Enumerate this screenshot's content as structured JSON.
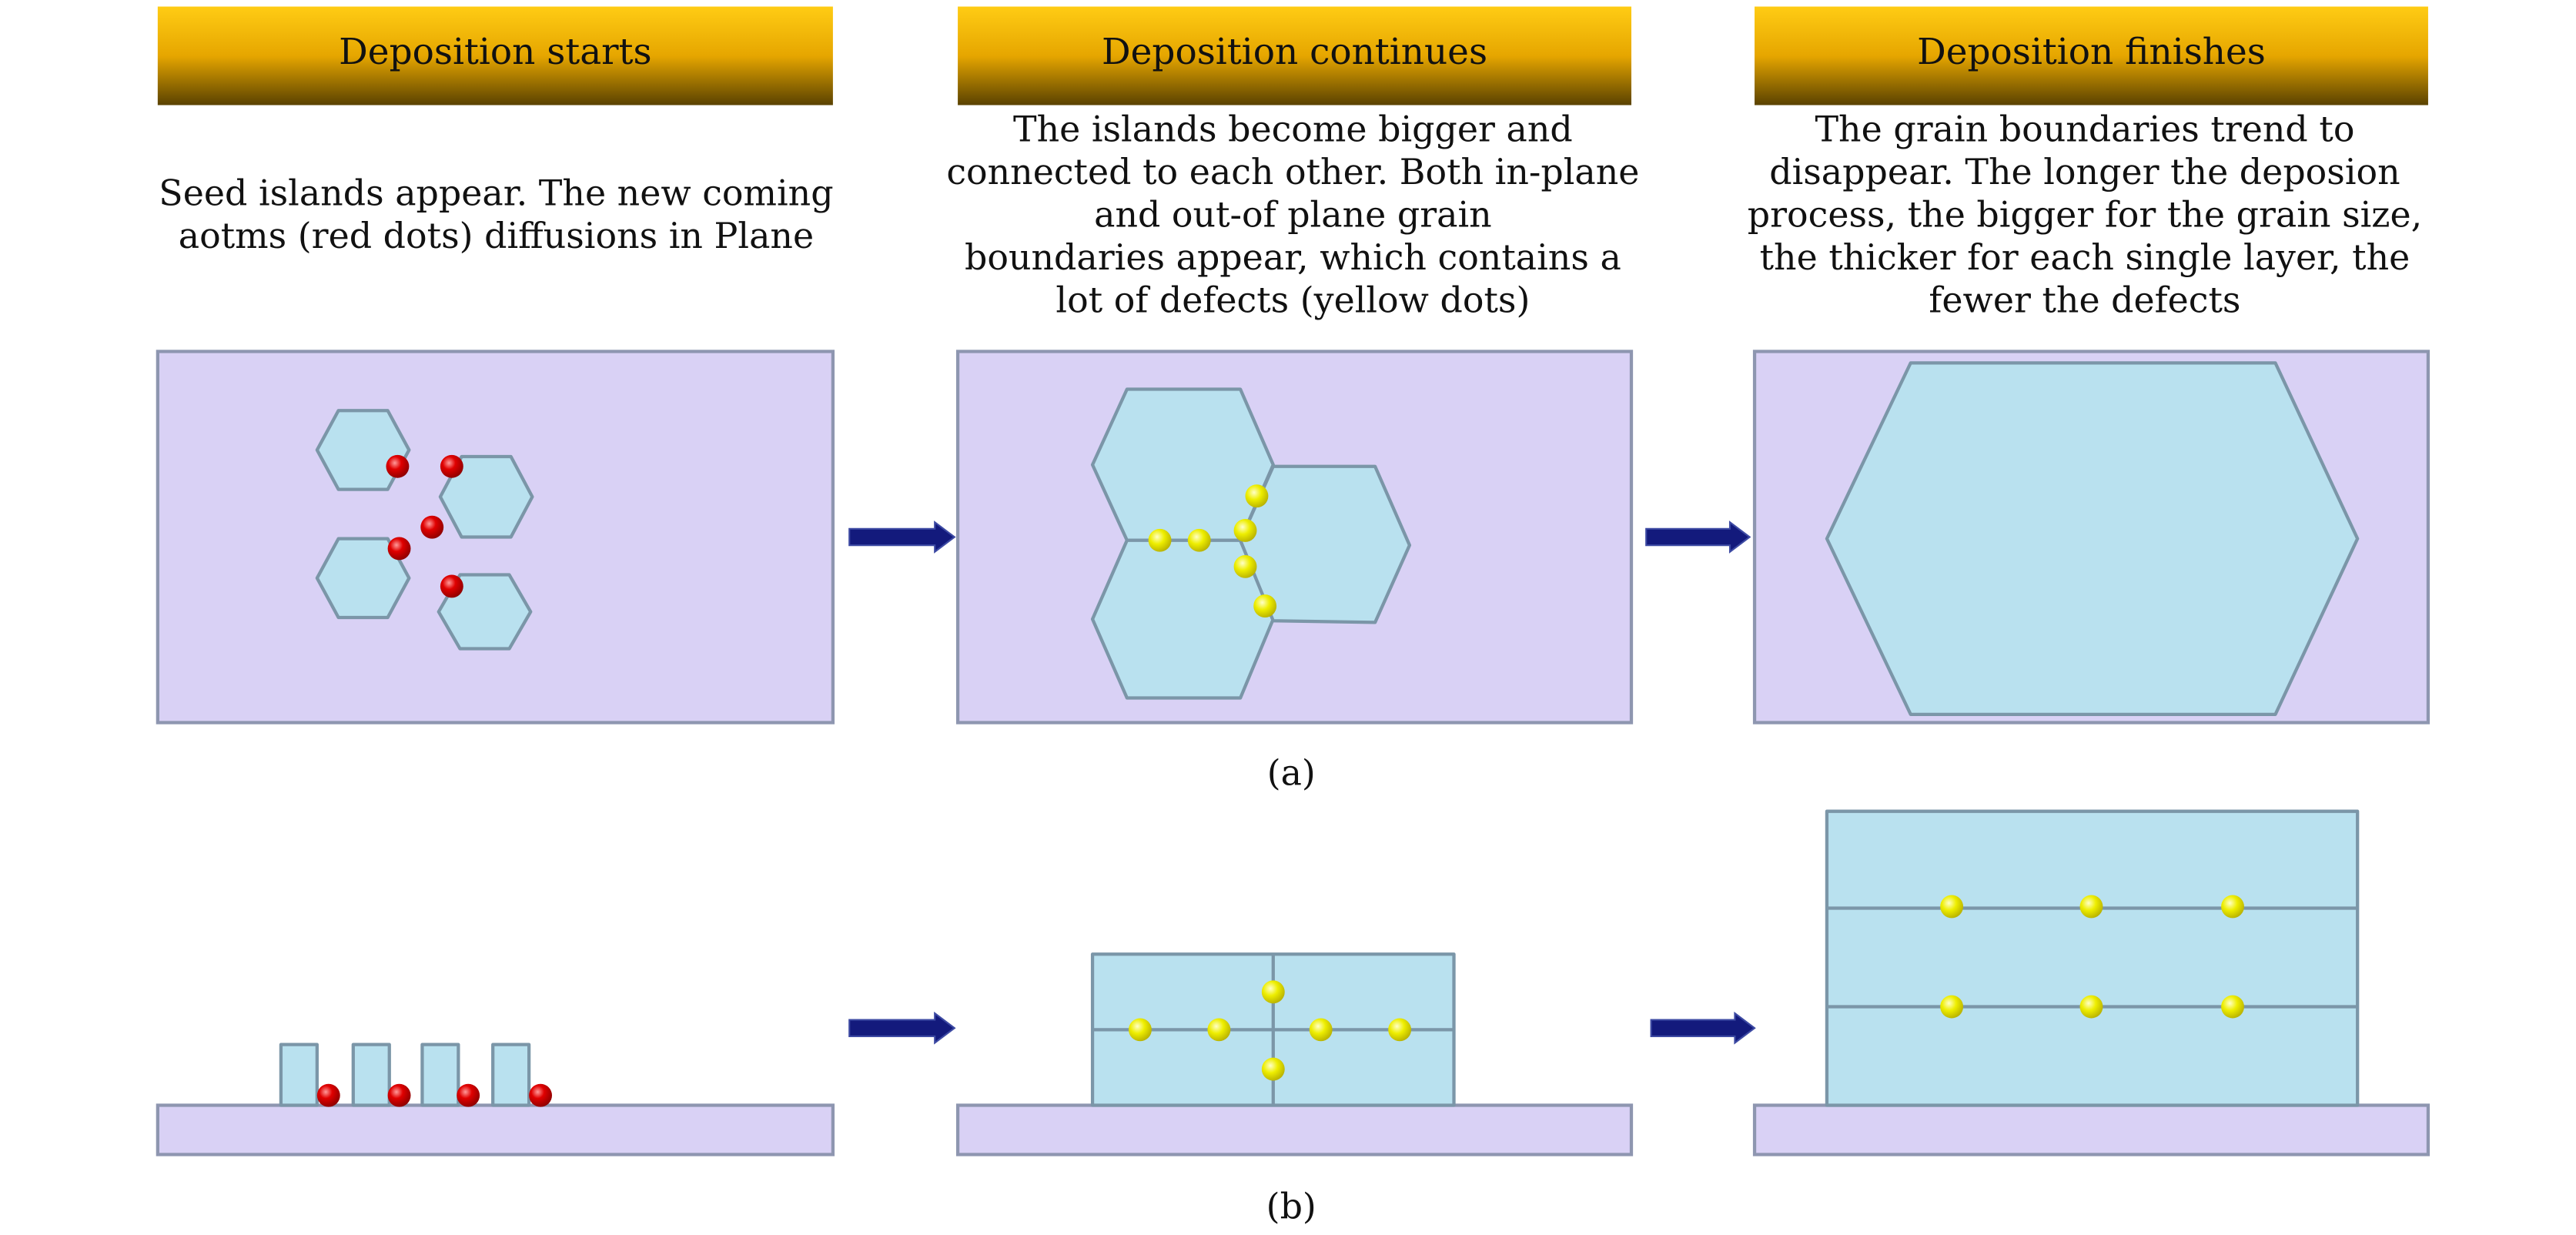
{
  "columns": [
    {
      "header": "Deposition starts",
      "description": [
        "Seed islands appear. The new coming",
        "aotms (red dots) diffusions in Plane"
      ]
    },
    {
      "header": "Deposition continues",
      "description": [
        "The islands become bigger and",
        "connected to each other. Both in-plane",
        "and out-of plane grain",
        "boundaries appear, which contains a",
        "lot of defects (yellow dots)"
      ]
    },
    {
      "header": "Deposition finishes",
      "description": [
        "The grain boundaries trend to",
        "disappear. The longer the deposion",
        "process, the bigger for the grain size,",
        "the thicker for each single layer, the",
        "fewer the defects"
      ]
    }
  ],
  "labels": {
    "a": "(a)",
    "b": "(b)"
  },
  "colors": {
    "header_top": "#FFCC14",
    "header_mid": "#E6A600",
    "header_bottom": "#5A4200",
    "panel_fill": "#D9D1F5",
    "panel_stroke": "#8E96B0",
    "island_fill": "#B9E1EF",
    "island_stroke": "#7B96A8",
    "adatom": "#E00000",
    "defect": "#EEEE00",
    "arrow": "#131A7C"
  }
}
